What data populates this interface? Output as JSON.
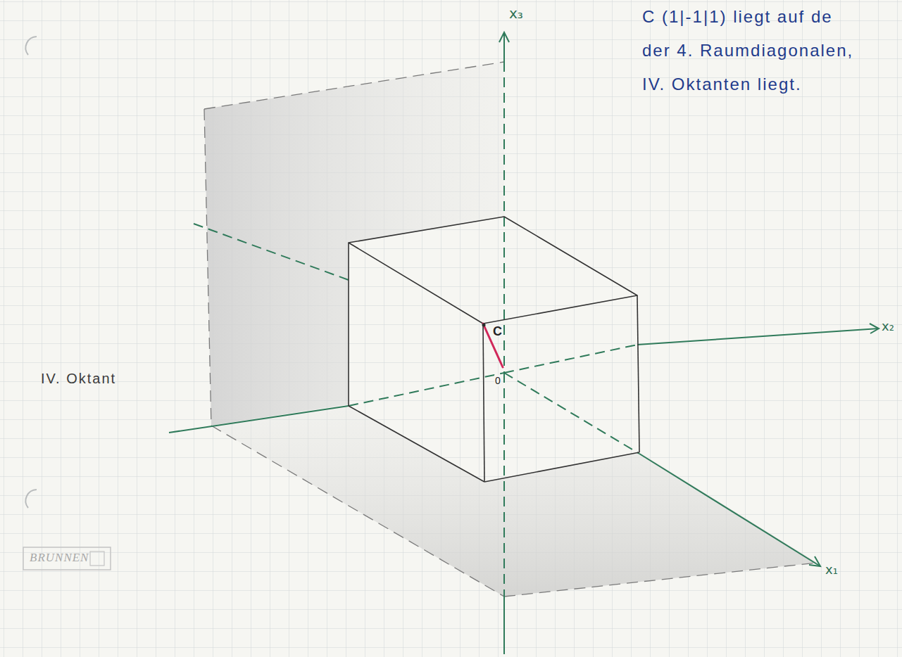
{
  "diagram": {
    "labels": [
      "C (1|-1|1) liegt auf de",
      "der 4. Raumdiagonalen,",
      "IV. Oktanten liegt.",
      "x₃",
      "x₂",
      "x₁",
      "IV. Oktant",
      "C",
      "0",
      "BRUNNEN"
    ]
  }
}
